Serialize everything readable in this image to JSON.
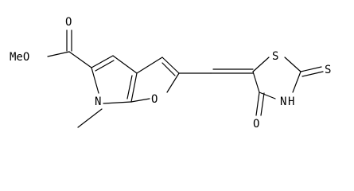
{
  "labels": {
    "meo": "MeO",
    "n_pyrrole": "N",
    "o_furan": "O",
    "s_ring": "S",
    "s_thione": "S",
    "nh": "N",
    "h": "H",
    "o_carbonyl_top": "O",
    "o_carbonyl_bottom": "O"
  },
  "colors": {
    "ink": "#000000",
    "background": "#ffffff"
  }
}
